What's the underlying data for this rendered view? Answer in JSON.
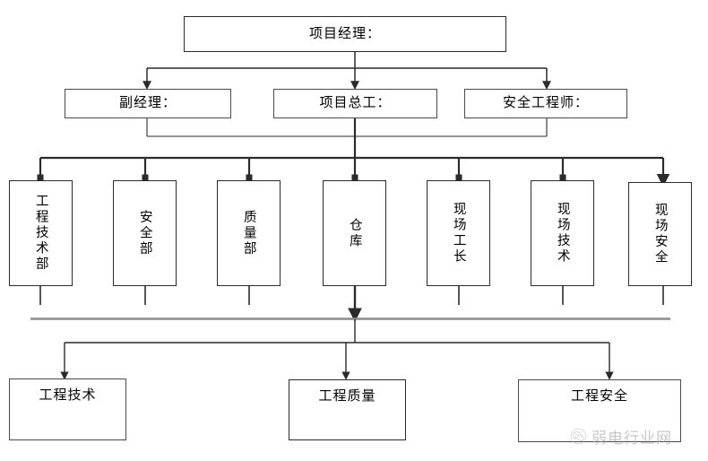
{
  "diagram": {
    "type": "org-chart",
    "title_node": {
      "label": "项目经理："
    },
    "level2": [
      {
        "label": "副经理："
      },
      {
        "label": "项目总工："
      },
      {
        "label": "安全工程师："
      }
    ],
    "departments": [
      {
        "label": "工程技术部"
      },
      {
        "label": "安全部"
      },
      {
        "label": "质量部"
      },
      {
        "label": "仓库"
      },
      {
        "label": "现场工长"
      },
      {
        "label": "现场技术"
      },
      {
        "label": "现场安全"
      }
    ],
    "outputs": [
      {
        "label": "工程技术"
      },
      {
        "label": "工程质量"
      },
      {
        "label": "工程安全"
      }
    ],
    "colors": {
      "line": "#2b2b2b",
      "box_border": "#4a4a4a",
      "background": "#ffffff",
      "separator_bar": "#8c8c8c",
      "watermark": "#9a9a9a"
    }
  },
  "watermark": {
    "text": "弱电行业网",
    "icon": "wechat-icon"
  }
}
